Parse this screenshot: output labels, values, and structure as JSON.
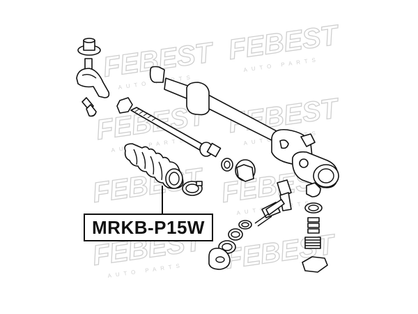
{
  "watermark": {
    "brand": "FEBEST",
    "subtitle": "AUTO PARTS"
  },
  "part_label": {
    "text": "MRKB-P15W"
  },
  "colors": {
    "ink": "#111111",
    "watermark": "#cfcfcf",
    "background": "#ffffff"
  }
}
